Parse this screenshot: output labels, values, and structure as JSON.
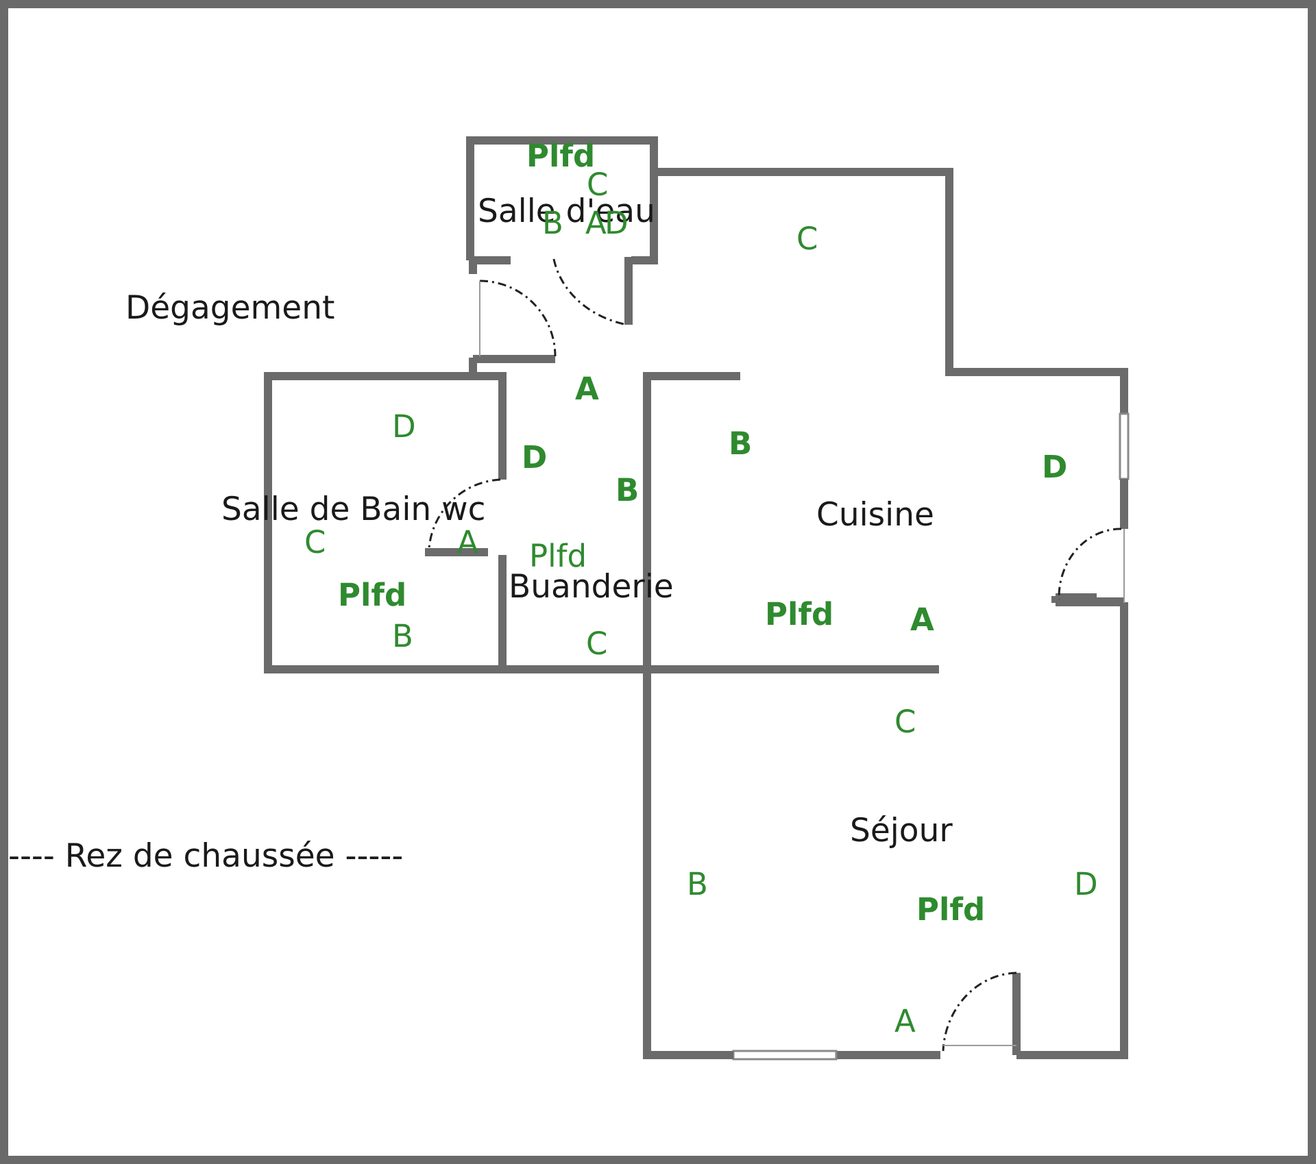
{
  "rooms": {
    "salle_eau": "Salle d'eau",
    "degagement": "Dégagement",
    "salle_bain": "Salle de Bain wc",
    "buanderie": "Buanderie",
    "cuisine": "Cuisine",
    "sejour": "Séjour"
  },
  "level_label": "---- Rez de chaussée -----",
  "wall_marks": {
    "salle_eau": {
      "plfd": "Plfd",
      "a": "A",
      "b": "B",
      "c": "C",
      "d": "D"
    },
    "cuisine": {
      "a": "A",
      "b": "B",
      "c": "C",
      "d": "D",
      "plfd": "Plfd"
    },
    "degagement": {
      "a": "A",
      "b": "B",
      "d": "D",
      "plfd": "Plfd"
    },
    "buanderie": {
      "c": "C"
    },
    "salle_bain": {
      "a": "A",
      "b": "B",
      "c": "C",
      "d": "D",
      "plfd": "Plfd"
    },
    "sejour": {
      "a": "A",
      "b": "B",
      "c": "C",
      "d": "D",
      "plfd": "Plfd"
    }
  },
  "colors": {
    "wall": "#6b6b6b",
    "marks": "#2f8a2f",
    "text": "#1a1a1a",
    "frame": "#6a6a6a"
  }
}
